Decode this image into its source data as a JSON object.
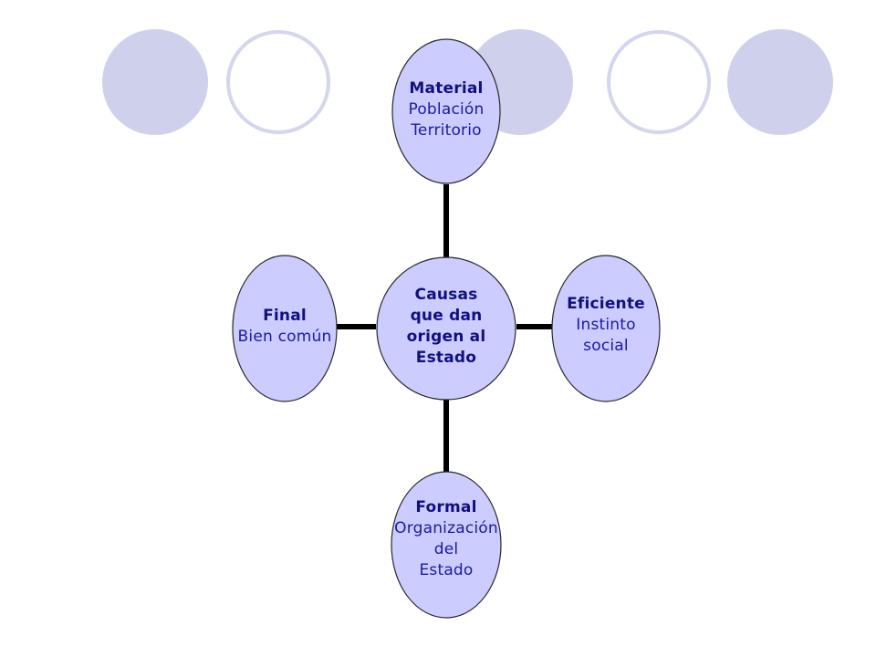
{
  "colors": {
    "deco_fill": "#cfd0ec",
    "deco_ring": "#d4d5ee",
    "node_fill": "#ccccff",
    "node_stroke": "#2a2a2a",
    "connector": "#000000",
    "text_title": "#101080",
    "text_body": "#1a1aa6"
  },
  "decorative_circles": [
    {
      "style": "filled"
    },
    {
      "style": "ring"
    },
    {
      "style": "filled"
    },
    {
      "style": "ring"
    },
    {
      "style": "filled"
    }
  ],
  "diagram": {
    "center": {
      "lines": [
        "Causas",
        "que dan",
        "origen al",
        "Estado"
      ]
    },
    "nodes": {
      "material": {
        "title": "Material",
        "lines": [
          "Población",
          "Territorio"
        ]
      },
      "eficiente": {
        "title": "Eficiente",
        "lines": [
          "Instinto",
          "social"
        ]
      },
      "formal": {
        "title": "Formal",
        "lines": [
          "Organización",
          "del",
          "Estado"
        ]
      },
      "final": {
        "title": "Final",
        "lines": [
          "Bien común"
        ]
      }
    }
  }
}
